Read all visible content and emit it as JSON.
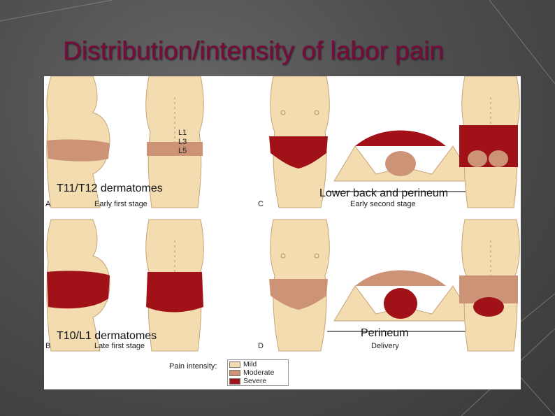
{
  "title": "Distribution/intensity of labor pain",
  "panels": [
    {
      "letter": "A",
      "stage": "Early first stage",
      "caption": "T11/T12 dermatomes",
      "spine": [
        "L1",
        "L3",
        "L5"
      ]
    },
    {
      "letter": "B",
      "stage": "Late first stage",
      "caption": "T10/L1 dermatomes"
    },
    {
      "letter": "C",
      "stage": "Early second stage",
      "caption": "Lower back and perineum"
    },
    {
      "letter": "D",
      "stage": "Delivery",
      "caption": "Perineum"
    }
  ],
  "legend": {
    "title": "Pain intensity:",
    "items": [
      {
        "label": "Mild",
        "color": "#f2dcb0"
      },
      {
        "label": "Moderate",
        "color": "#cc9377"
      },
      {
        "label": "Severe",
        "color": "#a11218"
      }
    ]
  },
  "colors": {
    "title": "#7a0a3d",
    "skin": "#f2dcb0",
    "moderate": "#cc9377",
    "severe": "#a11218"
  }
}
